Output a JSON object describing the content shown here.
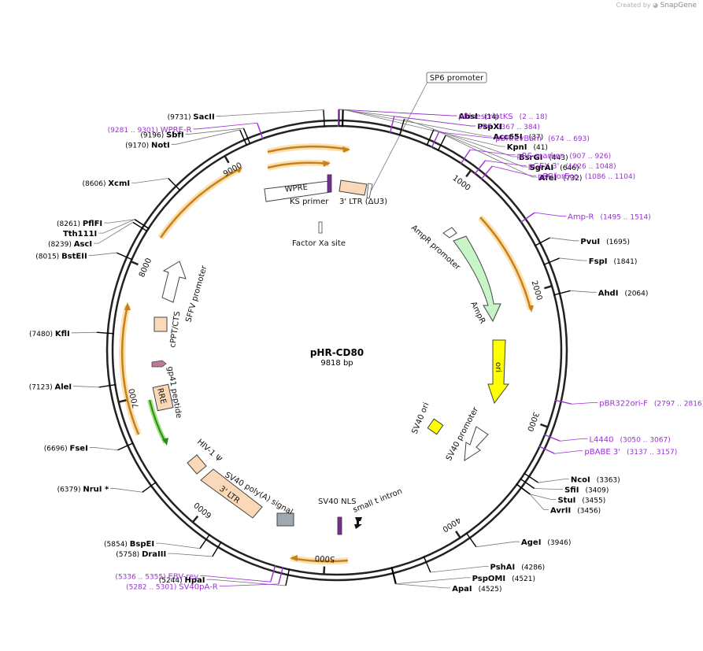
{
  "brand": {
    "prefix": "Created by",
    "name": "SnapGene"
  },
  "plasmid": {
    "name": "pHR-CD80",
    "length_label": "9818 bp",
    "total_bp": 9818
  },
  "colors": {
    "enzyme": "#000000",
    "primer": "#9a2fd6",
    "feature_orange": "#f0a030",
    "amp": "#c8f5c8",
    "ori": "#ffff00",
    "ltr": "#fbd9b8",
    "gray": "#a0a8b0"
  },
  "ticks": [
    {
      "bp": 1000,
      "label": "1000"
    },
    {
      "bp": 2000,
      "label": "2000"
    },
    {
      "bp": 3000,
      "label": "3000"
    },
    {
      "bp": 4000,
      "label": "4000"
    },
    {
      "bp": 5000,
      "label": "5000"
    },
    {
      "bp": 6000,
      "label": "6000"
    },
    {
      "bp": 7000,
      "label": "7000"
    },
    {
      "bp": 8000,
      "label": "8000"
    },
    {
      "bp": 9000,
      "label": "9000"
    }
  ],
  "enzymes": [
    {
      "name": "AbsI",
      "pos": "(14)",
      "bp": 14
    },
    {
      "name": "PspXI",
      "pos": "",
      "bp": 14
    },
    {
      "name": "SacII",
      "pos": "(9731)",
      "bp": 9731
    },
    {
      "name": "Acc65I",
      "pos": "(37)",
      "bp": 37
    },
    {
      "name": "KpnI",
      "pos": "(41)",
      "bp": 41
    },
    {
      "name": "BsrGI",
      "pos": "(443)",
      "bp": 443
    },
    {
      "name": "SgrAI",
      "pos": "(646)",
      "bp": 646
    },
    {
      "name": "AfeI",
      "pos": "(732)",
      "bp": 732
    },
    {
      "name": "PvuI",
      "pos": "(1695)",
      "bp": 1695
    },
    {
      "name": "FspI",
      "pos": "(1841)",
      "bp": 1841
    },
    {
      "name": "AhdI",
      "pos": "(2064)",
      "bp": 2064
    },
    {
      "name": "NcoI",
      "pos": "(3363)",
      "bp": 3363
    },
    {
      "name": "SfiI",
      "pos": "(3409)",
      "bp": 3409
    },
    {
      "name": "StuI",
      "pos": "(3455)",
      "bp": 3455
    },
    {
      "name": "AvrII",
      "pos": "(3456)",
      "bp": 3456
    },
    {
      "name": "AgeI",
      "pos": "(3946)",
      "bp": 3946
    },
    {
      "name": "PshAI",
      "pos": "(4286)",
      "bp": 4286
    },
    {
      "name": "PspOMI",
      "pos": "(4521)",
      "bp": 4521
    },
    {
      "name": "ApaI",
      "pos": "(4525)",
      "bp": 4525
    },
    {
      "name": "HpaI",
      "pos": "(5244)",
      "bp": 5244
    },
    {
      "name": "DraIII",
      "pos": "(5758)",
      "bp": 5758
    },
    {
      "name": "BspEI",
      "pos": "(5854)",
      "bp": 5854
    },
    {
      "name": "NruI *",
      "pos": "(6379)",
      "bp": 6379
    },
    {
      "name": "FseI",
      "pos": "(6696)",
      "bp": 6696
    },
    {
      "name": "AleI",
      "pos": "(7123)",
      "bp": 7123
    },
    {
      "name": "KflI",
      "pos": "(7480)",
      "bp": 7480
    },
    {
      "name": "BstEII",
      "pos": "(8015)",
      "bp": 8015
    },
    {
      "name": "AscI",
      "pos": "(8239)",
      "bp": 8239
    },
    {
      "name": "PflFI",
      "pos": "(8261)",
      "bp": 8261
    },
    {
      "name": "Tth111I",
      "pos": "",
      "bp": 8261
    },
    {
      "name": "XcmI",
      "pos": "(8606)",
      "bp": 8606
    },
    {
      "name": "NotI",
      "pos": "(9170)",
      "bp": 9170
    },
    {
      "name": "SbfI",
      "pos": "(9196)",
      "bp": 9196
    }
  ],
  "primers": [
    {
      "name": "pBluescriptKS",
      "range": "(2 .. 18)",
      "bp": 10
    },
    {
      "name": "SP6",
      "range": "(367 .. 384)",
      "bp": 375
    },
    {
      "name": "pBRrevBam",
      "range": "(674 .. 693)",
      "bp": 683
    },
    {
      "name": "pRS-marker",
      "range": "(907 .. 926)",
      "bp": 916
    },
    {
      "name": "pGEX 3'",
      "range": "(1026 .. 1048)",
      "bp": 1037
    },
    {
      "name": "pBRforEco",
      "range": "(1086 .. 1104)",
      "bp": 1095
    },
    {
      "name": "Amp-R",
      "range": "(1495 .. 1514)",
      "bp": 1504
    },
    {
      "name": "pBR322ori-F",
      "range": "(2797 .. 2816)",
      "bp": 2806
    },
    {
      "name": "L4440",
      "range": "(3050 .. 3067)",
      "bp": 3058
    },
    {
      "name": "pBABE 3'",
      "range": "(3137 .. 3157)",
      "bp": 3147
    },
    {
      "name": "EBV-rev",
      "range": "(5336 .. 5355)",
      "bp": 5345
    },
    {
      "name": "SV40pA-R",
      "range": "(5282 .. 5301)",
      "bp": 5291
    },
    {
      "name": "WPRE-R",
      "range": "(9281 .. 9301)",
      "bp": 9291
    }
  ],
  "sp6_box": {
    "label": "SP6 promoter"
  },
  "feature_labels": {
    "wpre": "WPRE",
    "ks_primer": "KS primer",
    "ltr3_du3": "3' LTR (ΔU3)",
    "factor_xa": "Factor Xa site",
    "ampr_promoter": "AmpR promoter",
    "ampr": "AmpR",
    "ori": "ori",
    "sv40_ori": "SV40 ori",
    "sv40_promoter": "SV40 promoter",
    "small_t_intron": "small t intron",
    "sv40_nls": "SV40 NLS",
    "sv40_polya": "SV40 poly(A) signal",
    "ltr3": "3' LTR",
    "hiv_psi": "HIV-1 Ψ",
    "rre": "RRE",
    "gp41": "gp41 peptide",
    "cppt": "cPPT/CTS",
    "sffv": "SFFV promoter"
  }
}
